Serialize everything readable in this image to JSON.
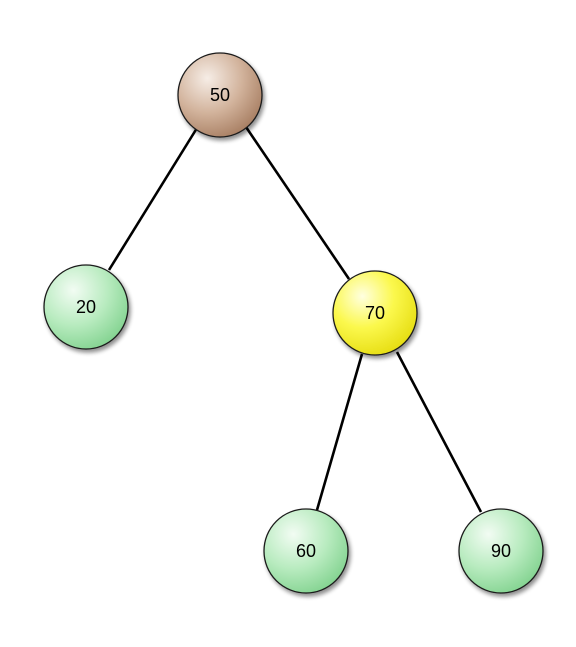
{
  "diagram": {
    "type": "tree",
    "root": "n50",
    "nodes": [
      {
        "id": "n50",
        "label": "50",
        "color": "#c8a58a"
      },
      {
        "id": "n20",
        "label": "20",
        "color": "#9fe0a8"
      },
      {
        "id": "n70",
        "label": "70",
        "color": "#f4f22e"
      },
      {
        "id": "n60",
        "label": "60",
        "color": "#9fe0a8"
      },
      {
        "id": "n90",
        "label": "90",
        "color": "#9fe0a8"
      }
    ],
    "edges": [
      {
        "from": "n50",
        "to": "n20"
      },
      {
        "from": "n50",
        "to": "n70"
      },
      {
        "from": "n70",
        "to": "n60"
      },
      {
        "from": "n70",
        "to": "n90"
      }
    ]
  }
}
